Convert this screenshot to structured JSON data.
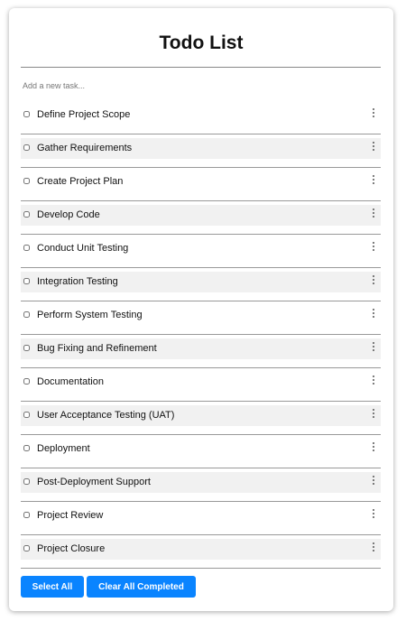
{
  "header": {
    "title": "Todo List"
  },
  "new_task": {
    "placeholder": "Add a new task...",
    "value": ""
  },
  "tasks": [
    {
      "label": "Define Project Scope",
      "completed": false
    },
    {
      "label": "Gather Requirements",
      "completed": false
    },
    {
      "label": "Create Project Plan",
      "completed": false
    },
    {
      "label": "Develop Code",
      "completed": false
    },
    {
      "label": "Conduct Unit Testing",
      "completed": false
    },
    {
      "label": "Integration Testing",
      "completed": false
    },
    {
      "label": "Perform System Testing",
      "completed": false
    },
    {
      "label": "Bug Fixing and Refinement",
      "completed": false
    },
    {
      "label": "Documentation",
      "completed": false
    },
    {
      "label": "User Acceptance Testing (UAT)",
      "completed": false
    },
    {
      "label": "Deployment",
      "completed": false
    },
    {
      "label": "Post-Deployment Support",
      "completed": false
    },
    {
      "label": "Project Review",
      "completed": false
    },
    {
      "label": "Project Closure",
      "completed": false
    }
  ],
  "actions": {
    "select_all_label": "Select All",
    "clear_completed_label": "Clear All Completed"
  },
  "icons": {
    "item_menu": "kebab-menu-icon"
  },
  "colors": {
    "accent": "#0a84ff",
    "alt_row": "#f1f1f1"
  }
}
